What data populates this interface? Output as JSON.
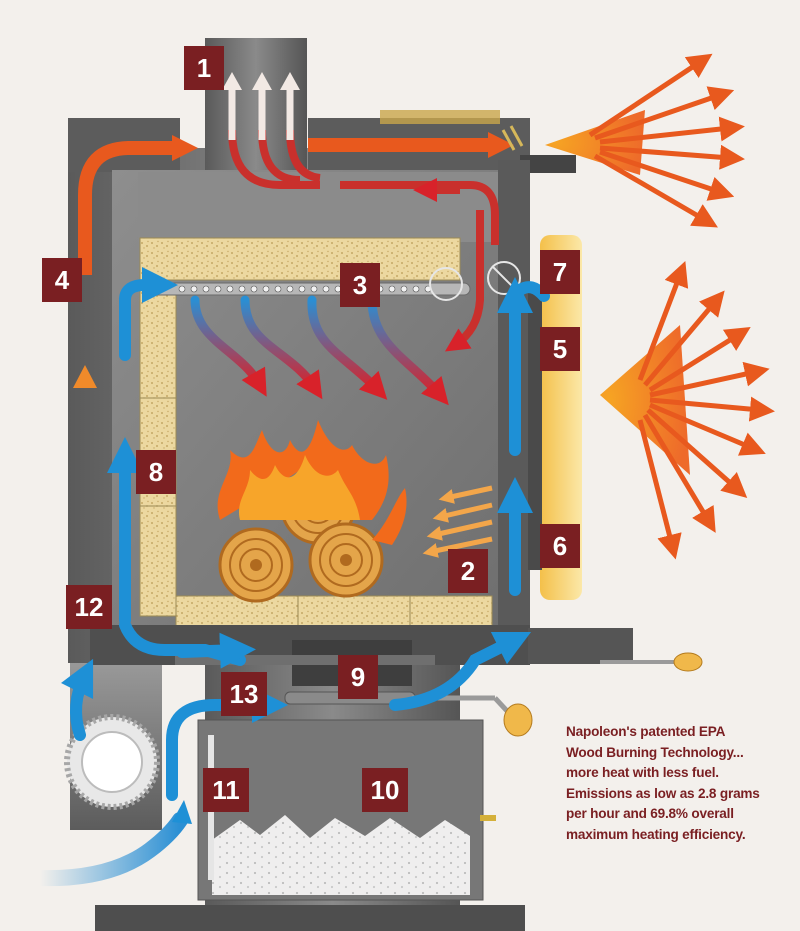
{
  "callouts": [
    {
      "id": "1",
      "label": "1"
    },
    {
      "id": "2",
      "label": "2"
    },
    {
      "id": "3",
      "label": "3"
    },
    {
      "id": "4",
      "label": "4"
    },
    {
      "id": "5",
      "label": "5"
    },
    {
      "id": "6",
      "label": "6"
    },
    {
      "id": "7",
      "label": "7"
    },
    {
      "id": "8",
      "label": "8"
    },
    {
      "id": "9",
      "label": "9"
    },
    {
      "id": "10",
      "label": "10"
    },
    {
      "id": "11",
      "label": "11"
    },
    {
      "id": "12",
      "label": "12"
    },
    {
      "id": "13",
      "label": "13"
    }
  ],
  "caption": {
    "lines": [
      "Napoleon's patented EPA",
      "Wood Burning Technology...",
      "more heat with less fuel.",
      "Emissions as low as 2.8 grams",
      "per hour and 69.8% overall",
      "maximum heating efficiency."
    ]
  },
  "colors": {
    "background": "#f3f0ec",
    "stove_steel": "#6b6b6b",
    "callout": "#7a1f22",
    "cool_air": "#1e90d6",
    "hot_air": "#e8591e",
    "firebrick": "#e8d39a",
    "flame": "#f26a1b"
  }
}
